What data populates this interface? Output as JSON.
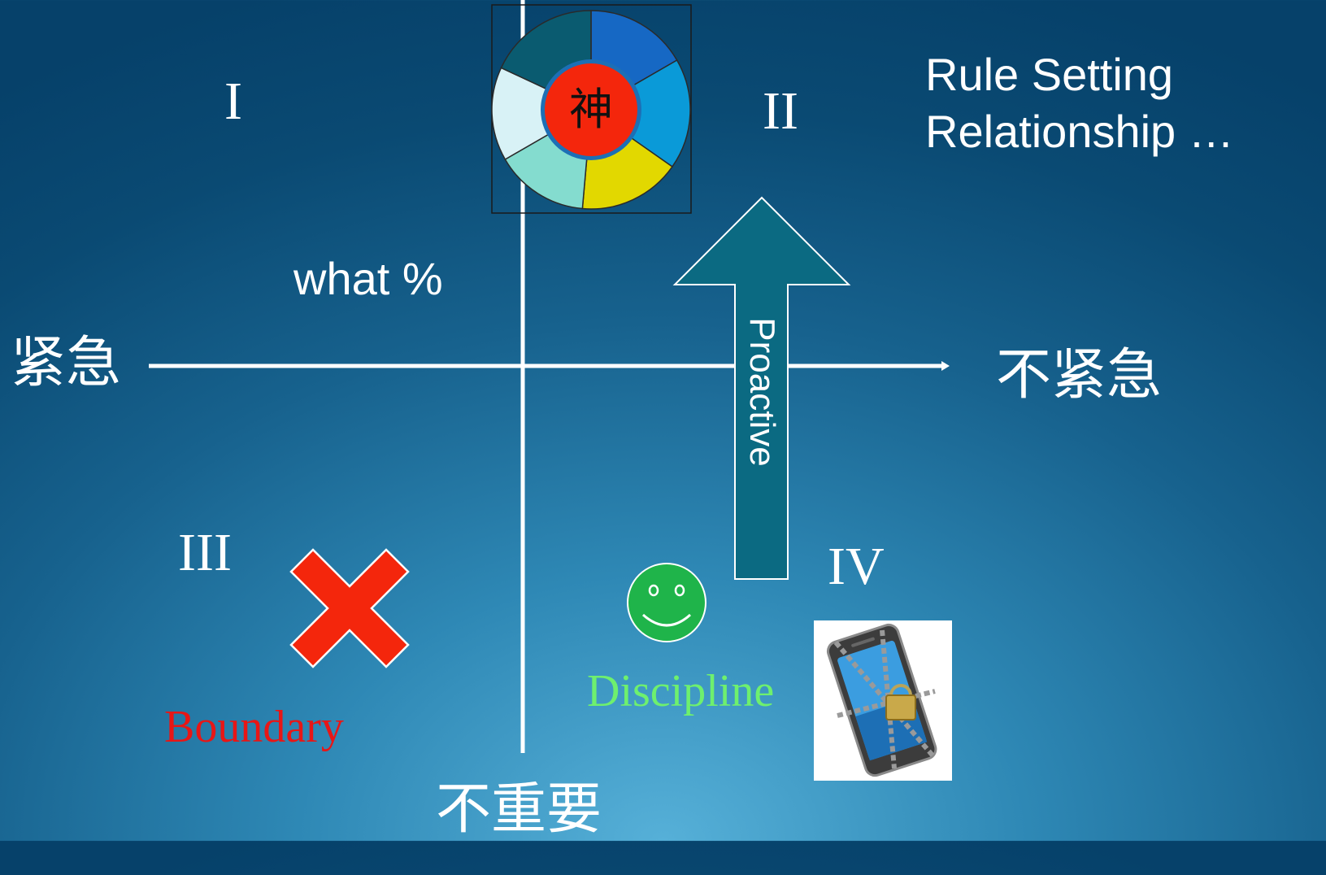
{
  "quadrants": {
    "q1": "I",
    "q2": "II",
    "q3": "III",
    "q4": "IV"
  },
  "axes": {
    "left_label": "紧急",
    "right_label": "不紧急",
    "bottom_label": "不重要"
  },
  "labels": {
    "rule_setting": "Rule Setting",
    "relationship": "Relationship …",
    "what_percent": "what %",
    "proactive": "Proactive",
    "boundary": "Boundary",
    "discipline": "Discipline",
    "wheel_center": "神"
  },
  "colors": {
    "boundary_text": "#e81616",
    "discipline_text": "#6ef06e",
    "arrow_fill": "#0b6a82",
    "x_mark": "#f4260c",
    "smiley": "#1fb44a",
    "wheel_center": "#f4260c"
  },
  "icons": {
    "x_mark": "cross-icon",
    "smiley": "smiley-face-icon",
    "phone": "locked-phone-icon",
    "wheel": "priority-wheel-icon"
  }
}
